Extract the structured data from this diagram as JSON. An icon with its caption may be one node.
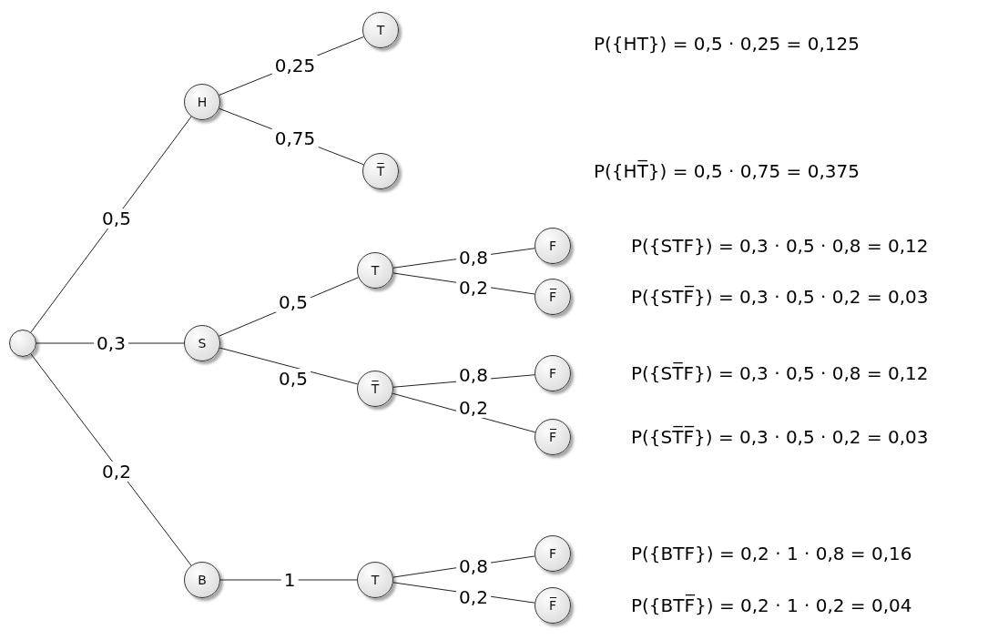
{
  "diagram": {
    "nodes": [
      {
        "text": [],
        "shape": "circle"
      },
      {
        "text": [
          "H"
        ]
      },
      {
        "text": [
          "T"
        ]
      },
      {
        "text": [
          "T̅"
        ]
      },
      {
        "text": [
          "S"
        ]
      },
      {
        "text": [
          "T"
        ]
      },
      {
        "text": [
          "F"
        ]
      },
      {
        "text": [
          "F̅"
        ]
      },
      {
        "text": [
          "T̅"
        ]
      },
      {
        "text": [
          "F"
        ]
      },
      {
        "text": [
          "F̅"
        ]
      },
      {
        "text": [
          "B"
        ]
      },
      {
        "text": [
          "T"
        ]
      },
      {
        "text": [
          "F"
        ]
      },
      {
        "text": [
          "F̅"
        ]
      }
    ],
    "edges": [
      {
        "from": 0,
        "to": 1,
        "arrow": "none",
        "label": "0,5"
      },
      {
        "from": 1,
        "to": 2,
        "arrow": "none",
        "label": "0,25"
      },
      {
        "from": 1,
        "to": 3,
        "arrow": "none",
        "label": "0,75"
      },
      {
        "from": 0,
        "to": 4,
        "arrow": "none",
        "label": "0,3"
      },
      {
        "from": 4,
        "to": 5,
        "arrow": "none",
        "label": "0,5"
      },
      {
        "from": 5,
        "to": 6,
        "arrow": "none",
        "label": "0,8"
      },
      {
        "from": 5,
        "to": 7,
        "arrow": "none",
        "label": "0,2"
      },
      {
        "from": 4,
        "to": 8,
        "arrow": "none",
        "label": "0,5"
      },
      {
        "from": 8,
        "to": 9,
        "arrow": "none",
        "label": "0,8"
      },
      {
        "from": 8,
        "to": 10,
        "arrow": "none",
        "label": "0,2"
      },
      {
        "from": 0,
        "to": 11,
        "arrow": "none",
        "label": "0,2"
      },
      {
        "from": 11,
        "to": 12,
        "arrow": "none",
        "label": "1"
      },
      {
        "from": 12,
        "to": 13,
        "arrow": "none",
        "label": "0,8"
      },
      {
        "from": 12,
        "to": 14,
        "arrow": "none",
        "label": "0,2"
      }
    ],
    "labels": [
      "P({HT}) = 0,5 · 0,25 = 0,125",
      "P({HT̅}) = 0,5 · 0,75 = 0,375",
      "P({STF}) = 0,3 · 0,5 · 0,8 = 0,12",
      "P({STF̅}) = 0,3 · 0,5 · 0,2 = 0,03",
      "P({ST̅F}) = 0,3 · 0,5 · 0,8 = 0,12",
      "P({ST̅F̅}) = 0,3 · 0,5 · 0,2 = 0,03",
      "P({BTF}) = 0,2 · 1 · 0,8 = 0,16",
      "P({BTF̅}) = 0,2 · 1 · 0,2 = 0,04"
    ]
  }
}
